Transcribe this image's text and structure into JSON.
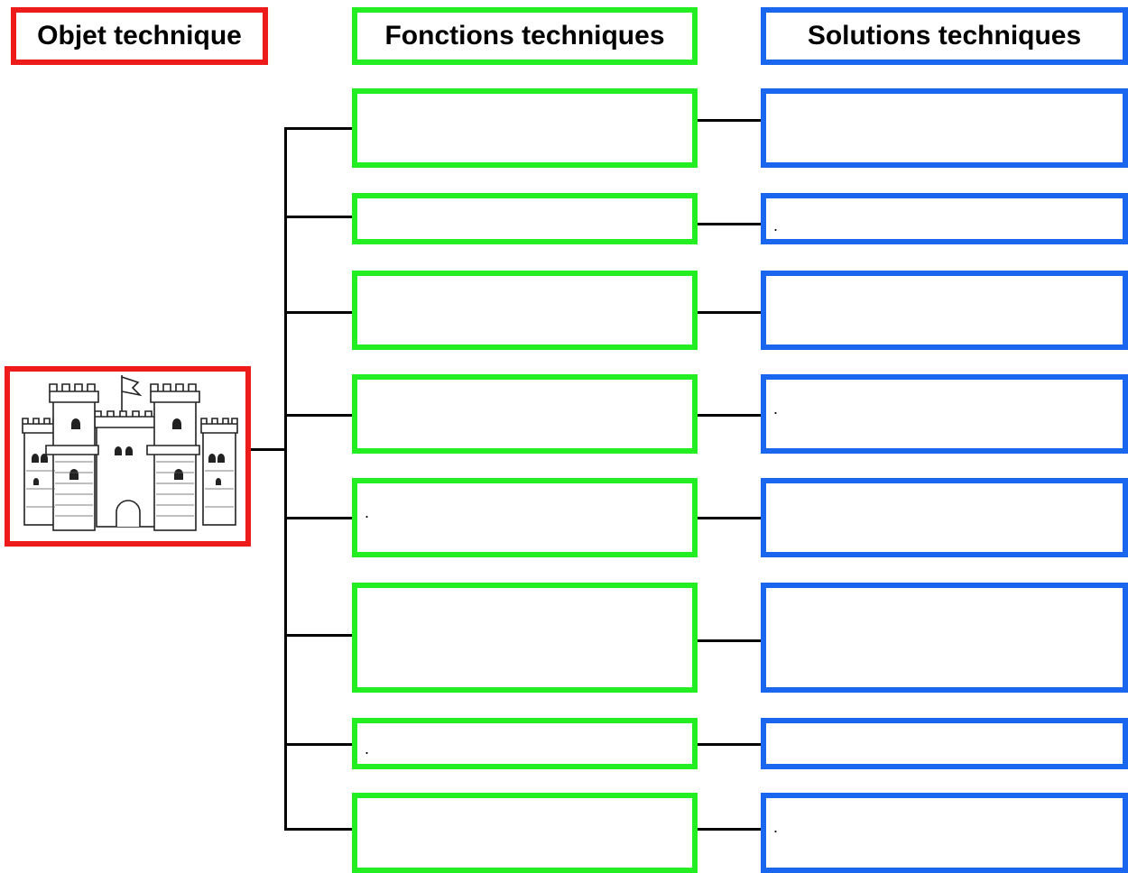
{
  "headers": {
    "object": "Objet technique",
    "functions": "Fonctions techniques",
    "solutions": "Solutions techniques"
  },
  "image": {
    "icon": "castle-icon"
  },
  "rows": [
    {
      "function_text": "",
      "solution_text": ""
    },
    {
      "function_text": "",
      "solution_text": "."
    },
    {
      "function_text": "",
      "solution_text": ""
    },
    {
      "function_text": "",
      "solution_text": "."
    },
    {
      "function_text": ".",
      "solution_text": ""
    },
    {
      "function_text": "",
      "solution_text": ""
    },
    {
      "function_text": ".",
      "solution_text": ""
    },
    {
      "function_text": "",
      "solution_text": "."
    }
  ],
  "colors": {
    "object": "#ee1b1b",
    "functions": "#22ee22",
    "solutions": "#1a66ee"
  }
}
